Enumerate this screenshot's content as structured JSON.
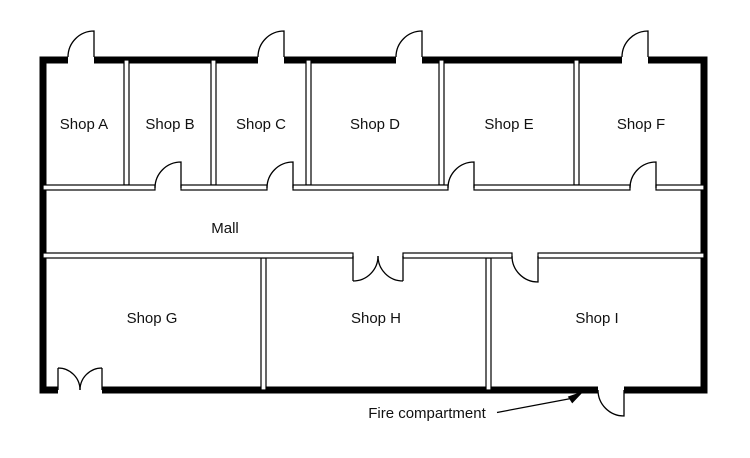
{
  "diagram": {
    "type": "floor-plan",
    "rooms": {
      "shop_a": "Shop A",
      "shop_b": "Shop B",
      "shop_c": "Shop C",
      "shop_d": "Shop D",
      "shop_e": "Shop E",
      "shop_f": "Shop F",
      "shop_g": "Shop G",
      "shop_h": "Shop H",
      "shop_i": "Shop I",
      "mall": "Mall"
    },
    "annotation": {
      "fire_compartment": "Fire compartment"
    },
    "colors": {
      "wall": "#000000",
      "background": "#ffffff",
      "text": "#111111"
    }
  }
}
